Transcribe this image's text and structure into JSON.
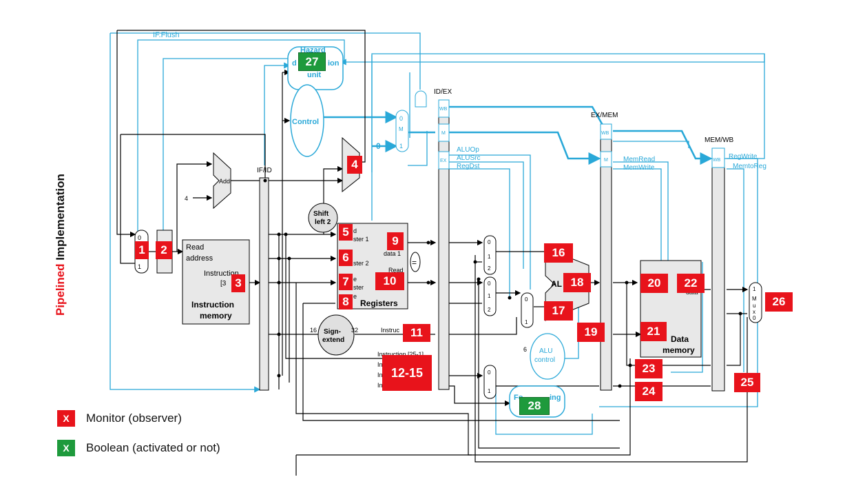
{
  "title": {
    "accent": "Pipelined",
    "rest": " Implementation"
  },
  "legend": [
    {
      "symbol": "X",
      "label": "Monitor (observer)",
      "color": "#e8131b"
    },
    {
      "symbol": "X",
      "label": "Boolean (activated or not)",
      "color": "#1e9a3c"
    }
  ],
  "colors": {
    "marker_red": "#e8131b",
    "marker_green": "#1e9a3c",
    "control_wire": "#29a8d8",
    "datapath_wire": "#000000"
  },
  "diagram_labels": {
    "if_flush": "IF.Flush",
    "hazard_top": "Hazard",
    "hazard_mid": "d",
    "hazard_mid2": "ion",
    "hazard_bot": "unit",
    "control": "Control",
    "if_id": "IF/ID",
    "id_ex": "ID/EX",
    "ex_mem": "EX/MEM",
    "mem_wb": "MEM/WB",
    "wb": "WB",
    "m": "M",
    "ex": "EX",
    "add": "Add",
    "four": "4",
    "zero": "0",
    "one": "1",
    "two": "2",
    "mux_m": "M",
    "mux_u": "u",
    "mux_x": "x",
    "shift_a": "Shift",
    "shift_b": "left 2",
    "read": "Read",
    "address": "address",
    "instruction": "Instruction",
    "bracket3": "[3",
    "instr_mem_a": "Instruction",
    "instr_mem_b": "memory",
    "reg_d1": "d",
    "reg_ster1": "ster 1",
    "reg_ster2": "ster 2",
    "reg_e": "e",
    "reg_ster": "ster",
    "data1": "data 1",
    "reg_read": "Read",
    "registers": "Registers",
    "equals": "=",
    "sign_a": "Sign-",
    "sign_b": "extend",
    "bus16": "16",
    "bus32": "32",
    "bus6": "6",
    "instruc": "Instruc",
    "instr_bits": "0]",
    "instruction_b": "Instruction [25-1]",
    "in_short": "In",
    "alu_frag": "AL",
    "alu_ctl_a": "ALU",
    "alu_ctl_b": "control",
    "aluop": "ALUOp",
    "alusrc": "ALUSrc",
    "regdst": "RegDst",
    "memread": "MemRead",
    "memwrite": "MemWrite",
    "regwrite": "RegWrite",
    "memtoreg": "MemtoReg",
    "data_mem_a": "Data",
    "data_mem_b": "memory",
    "data": "data",
    "fo": "Fo",
    "ing": "ing"
  },
  "markers": [
    {
      "id": "1",
      "kind": "monitor"
    },
    {
      "id": "2",
      "kind": "monitor"
    },
    {
      "id": "3",
      "kind": "monitor"
    },
    {
      "id": "4",
      "kind": "monitor"
    },
    {
      "id": "5",
      "kind": "monitor"
    },
    {
      "id": "6",
      "kind": "monitor"
    },
    {
      "id": "7",
      "kind": "monitor"
    },
    {
      "id": "8",
      "kind": "monitor"
    },
    {
      "id": "9",
      "kind": "monitor"
    },
    {
      "id": "10",
      "kind": "monitor"
    },
    {
      "id": "11",
      "kind": "monitor"
    },
    {
      "id": "12-15",
      "kind": "monitor"
    },
    {
      "id": "16",
      "kind": "monitor"
    },
    {
      "id": "17",
      "kind": "monitor"
    },
    {
      "id": "18",
      "kind": "monitor"
    },
    {
      "id": "19",
      "kind": "monitor"
    },
    {
      "id": "20",
      "kind": "monitor"
    },
    {
      "id": "21",
      "kind": "monitor"
    },
    {
      "id": "22",
      "kind": "monitor"
    },
    {
      "id": "23",
      "kind": "monitor"
    },
    {
      "id": "24",
      "kind": "monitor"
    },
    {
      "id": "25",
      "kind": "monitor"
    },
    {
      "id": "26",
      "kind": "monitor"
    },
    {
      "id": "27",
      "kind": "boolean"
    },
    {
      "id": "28",
      "kind": "boolean"
    }
  ]
}
